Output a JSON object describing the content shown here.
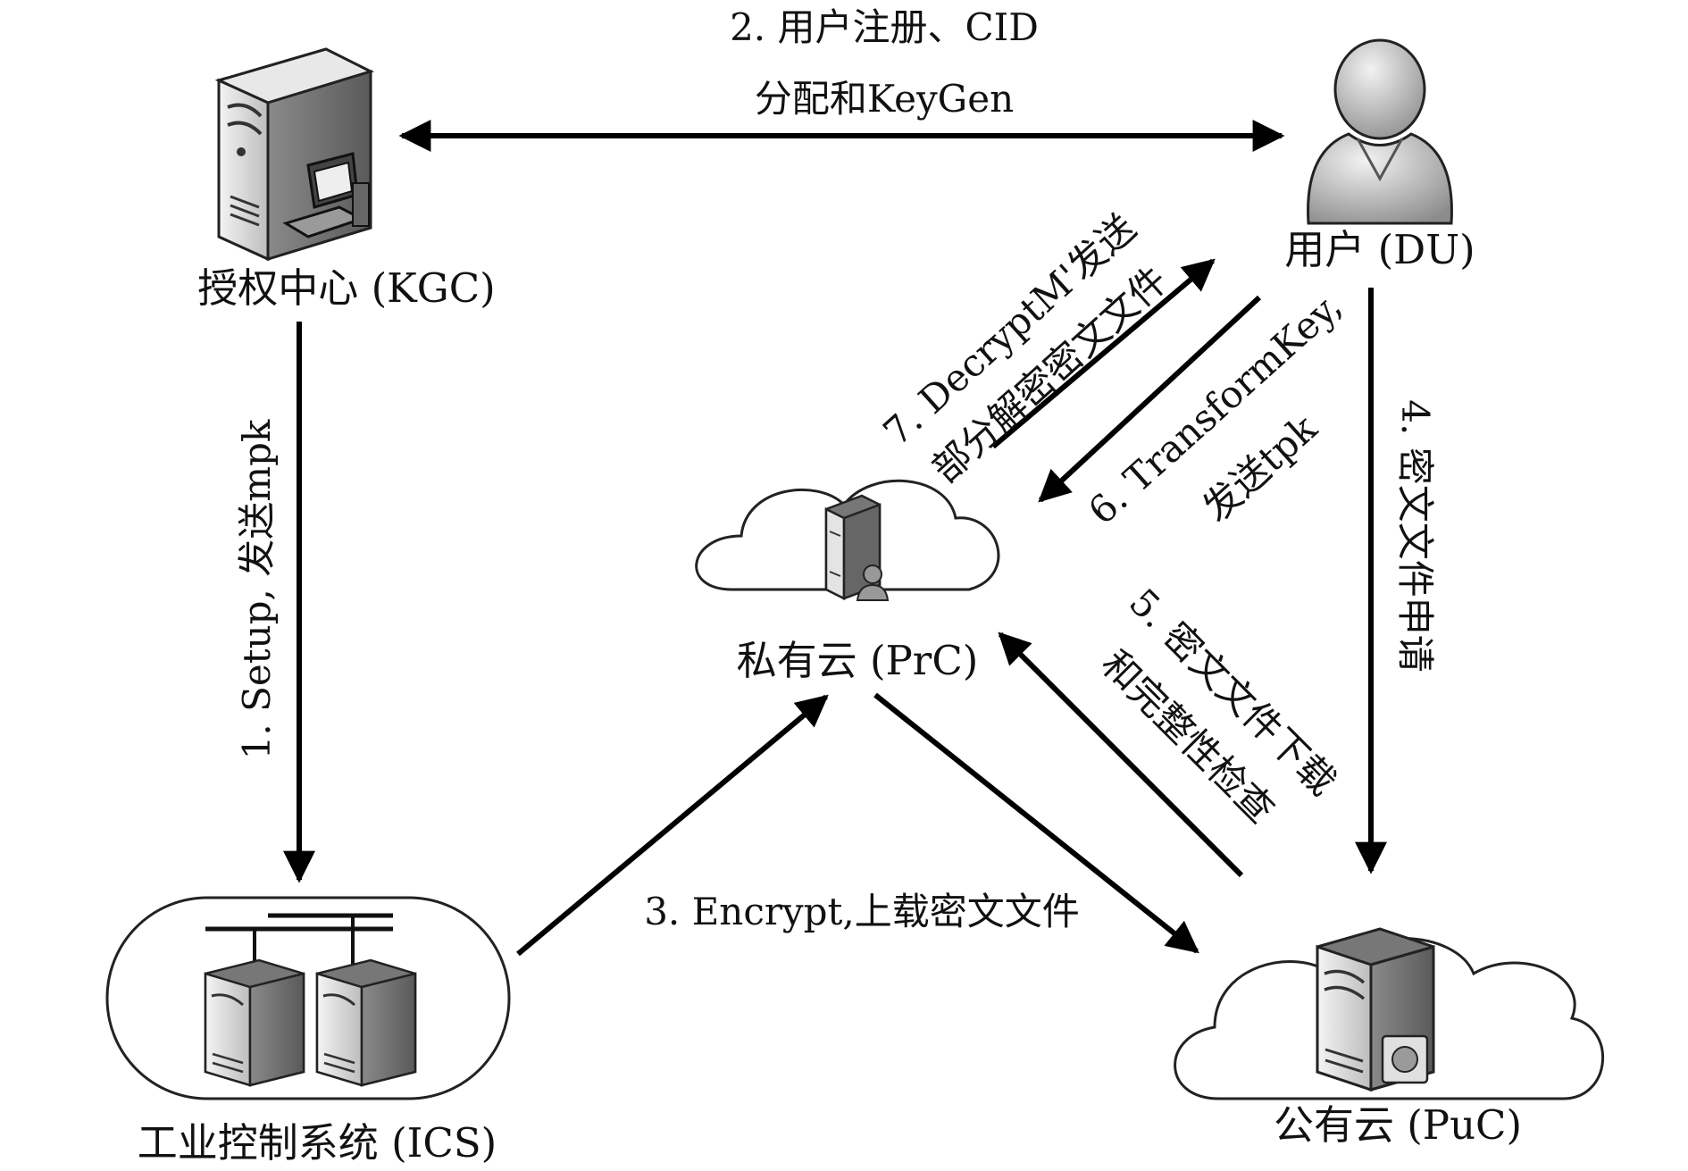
{
  "nodes": {
    "kgc": "授权中心 (KGC)",
    "du": "用户 (DU)",
    "prc": "私有云 (PrC)",
    "ics": "工业控制系统 (ICS)",
    "puc": "公有云 (PuC)"
  },
  "edges": {
    "e1": "1. Setup, 发送mpk",
    "e2_line1": "2. 用户注册、CID",
    "e2_line2": "分配和KeyGen",
    "e3": "3. Encrypt,上载密文文件",
    "e4": "4. 密文文件申请",
    "e5_line1": "5. 密文文件下载",
    "e5_line2": "和完整性检查",
    "e6_line1": "6. TransformKey,",
    "e6_line2": "发送tpk",
    "e7_line1": "7. DecryptM'发送",
    "e7_line2": "部分解密密文文件"
  },
  "icons": [
    "server-icon",
    "computer-icon",
    "user-icon",
    "cloud-icon",
    "network-icon"
  ]
}
